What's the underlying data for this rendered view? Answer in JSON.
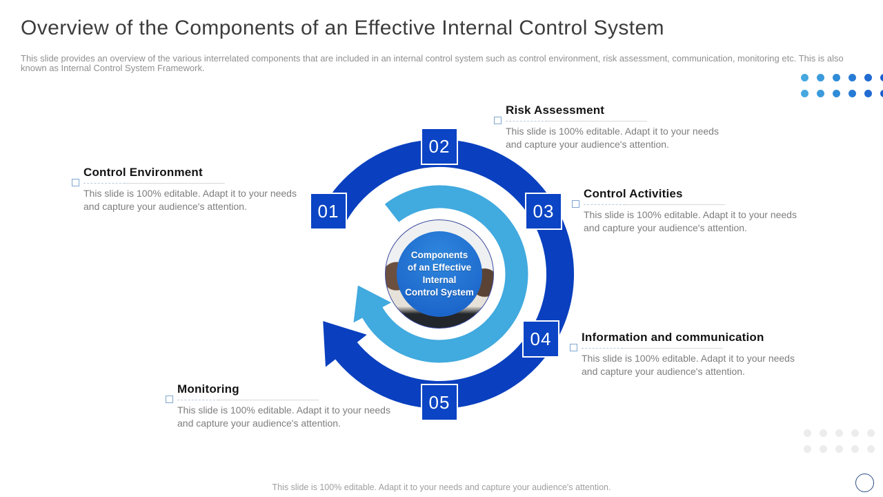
{
  "slide": {
    "title": "Overview of the Components of an Effective Internal Control System",
    "subtitle": "This slide provides an overview of the various interrelated components that are included in an internal control system such as control environment, risk assessment, communication, monitoring etc. This is also known as Internal Control System Framework.",
    "footer": "This slide is 100% editable. Adapt it to your needs and capture your audience's attention."
  },
  "center": {
    "label": "Components of an Effective Internal Control System",
    "lines": [
      "Components",
      "of an Effective",
      "Internal",
      "Control System"
    ]
  },
  "sections": [
    {
      "number": "01",
      "title": "Control Environment",
      "body": "This slide is 100% editable. Adapt it to your needs and capture your audience's attention."
    },
    {
      "number": "02",
      "title": "Risk Assessment",
      "body": "This slide is 100% editable. Adapt it to your needs and capture your audience's attention."
    },
    {
      "number": "03",
      "title": "Control Activities",
      "body": "This slide is 100% editable. Adapt it to your needs and capture your audience's attention."
    },
    {
      "number": "04",
      "title": "Information and communication",
      "body": "This slide is 100% editable. Adapt it to your needs and capture your audience's attention."
    },
    {
      "number": "05",
      "title": "Monitoring",
      "body": "This slide is 100% editable. Adapt it to your needs and capture your audience's attention."
    }
  ],
  "colors": {
    "outer_ring": "#0a40bf",
    "inner_ring": "#41aadf",
    "number_box": "#0b44c4",
    "center_circle": "#1c66cb",
    "heading_text": "#141414",
    "body_text": "#7d7d7d"
  }
}
